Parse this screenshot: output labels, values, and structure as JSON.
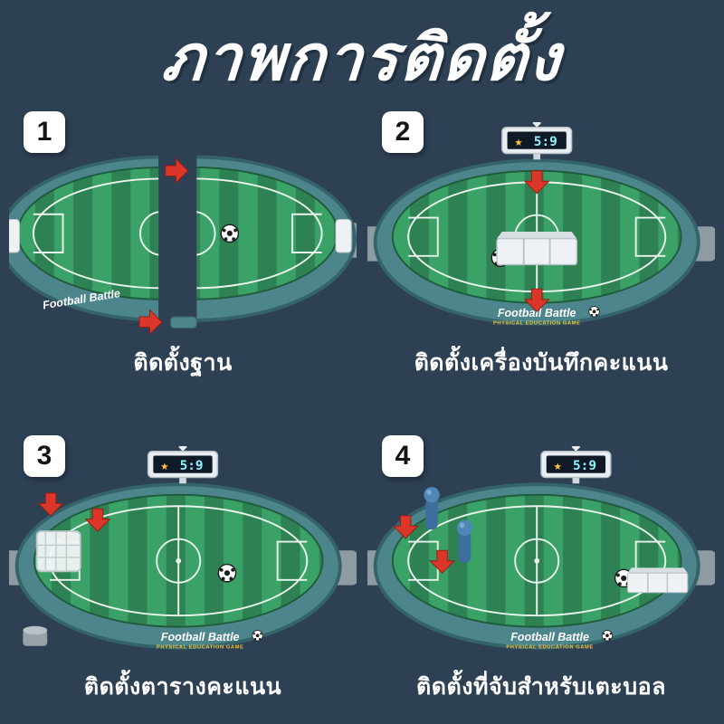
{
  "page": {
    "title": "ภาพการติดตั้ง",
    "background_color": "#2d4054"
  },
  "steps": [
    {
      "number": "1",
      "caption": "ติดตั้งฐาน"
    },
    {
      "number": "2",
      "caption": "ติดตั้งเครื่องบันทึกคะแนน"
    },
    {
      "number": "3",
      "caption": "ติดตั้งตารางคะแนน"
    },
    {
      "number": "4",
      "caption": "ติดตั้งที่จับสำหรับเตะบอล"
    }
  ],
  "product": {
    "brand": "Football Battle",
    "tagline": "PHYSICAL EDUCATION GAME",
    "score": "5:9"
  },
  "icons": {
    "trophy_glyph": "★"
  },
  "colors": {
    "background": "#2d4054",
    "rim_teal": "#4d858c",
    "field_green_dark": "#2e8152",
    "field_green_light": "#3ba267",
    "line_white": "#e9f5ec",
    "arrow_red": "#da372a",
    "badge_bg": "#ffffff",
    "score_cyan": "#8df2ff",
    "tagline_yellow": "#f0c33c"
  }
}
